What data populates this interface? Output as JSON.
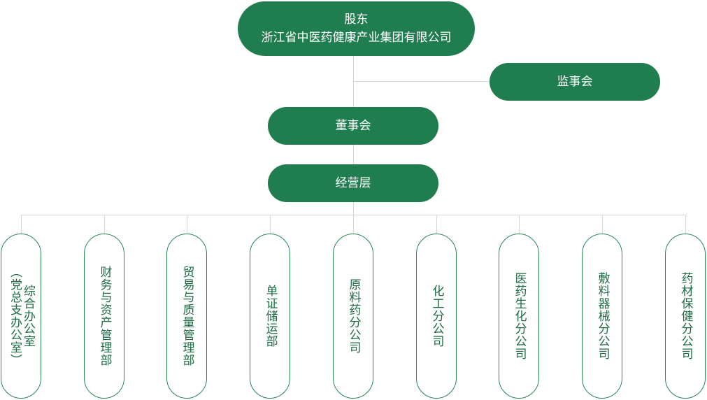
{
  "shareholder": {
    "line1": "股东",
    "line2": "浙江省中医药健康产业集团有限公司"
  },
  "supervisors": "监事会",
  "board": "董事会",
  "management": "经营层",
  "units": [
    {
      "col1": "综合办公室",
      "col2": "（党总支办公室）"
    },
    {
      "col1": "财务与资产管理部"
    },
    {
      "col1": "贸易与质量管理部"
    },
    {
      "col1": "单证储运部"
    },
    {
      "col1": "原料药分公司"
    },
    {
      "col1": "化工分公司"
    },
    {
      "col1": "医药生化分公司"
    },
    {
      "col1": "敷料器械分公司"
    },
    {
      "col1": "药材保健分公司"
    }
  ],
  "colors": {
    "pill": "#1f7d4f",
    "outline": "#2a8557",
    "connector": "#d7d7d7"
  }
}
